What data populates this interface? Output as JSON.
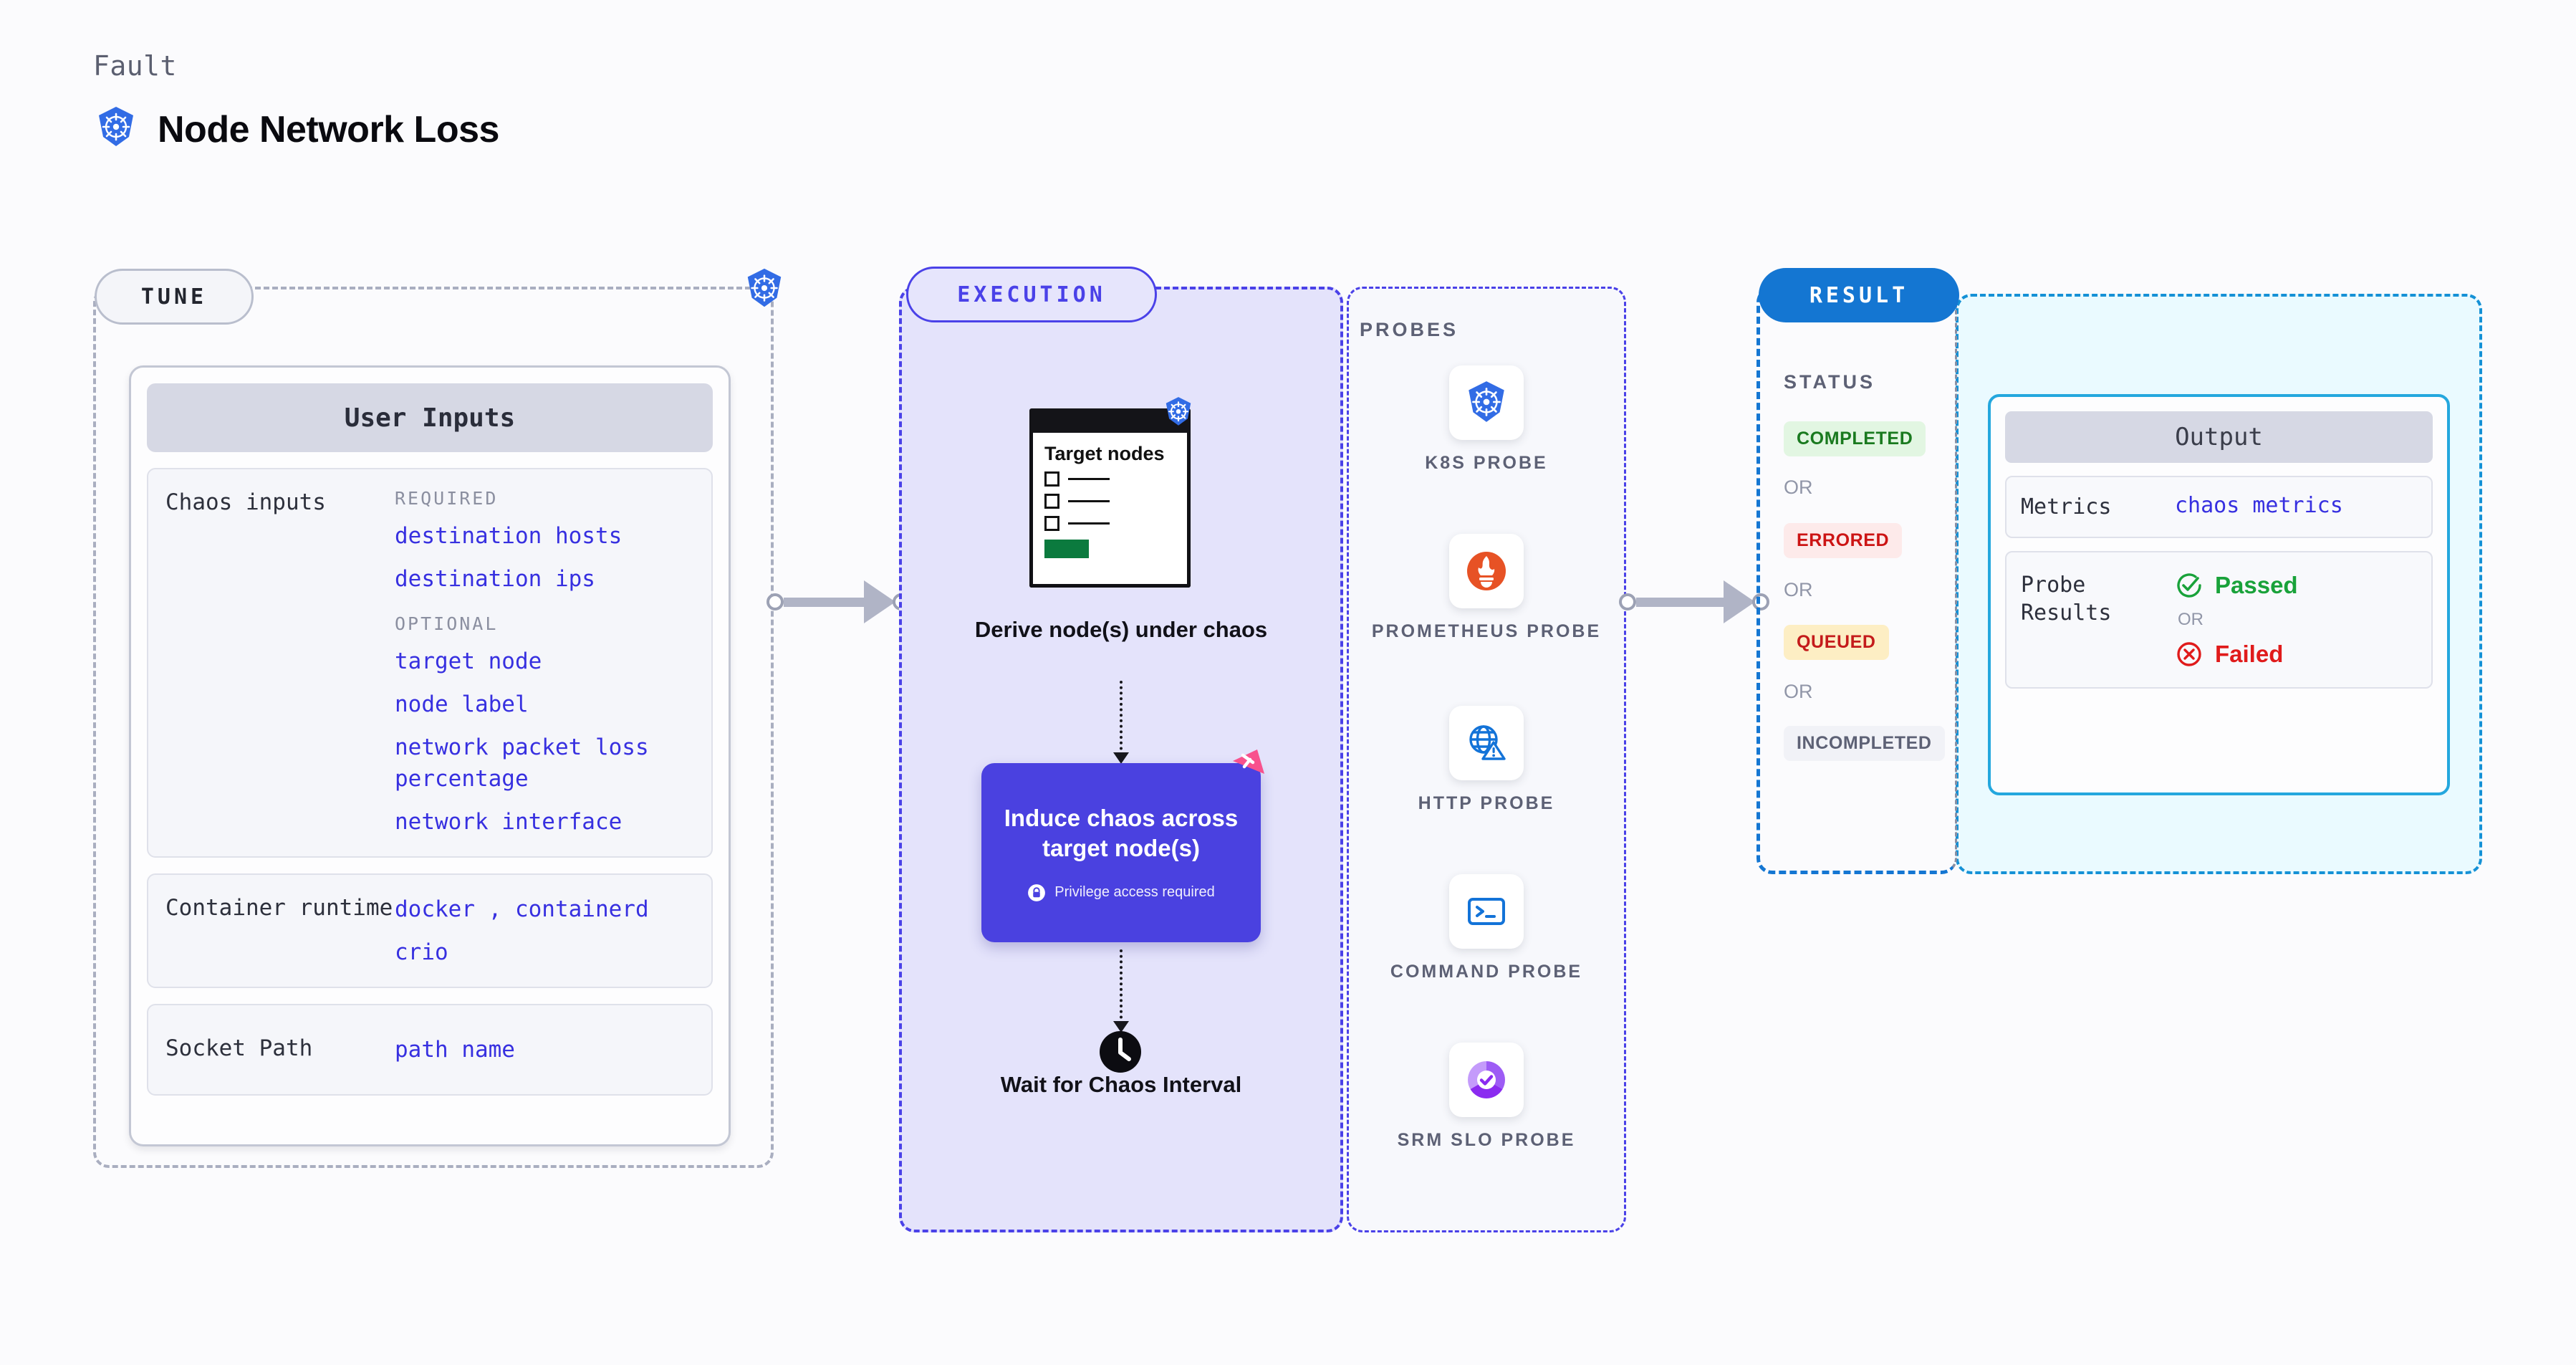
{
  "header": {
    "fault_label": "Fault",
    "title": "Node Network Loss",
    "icon": "kubernetes-icon"
  },
  "tune": {
    "badge": "TUNE",
    "border_icon": "kubernetes-icon",
    "card_title": "User Inputs",
    "rows": [
      {
        "label": "Chaos inputs",
        "groups": [
          {
            "tag": "REQUIRED",
            "values": [
              "destination hosts",
              "destination ips"
            ]
          },
          {
            "tag": "OPTIONAL",
            "values": [
              "target node",
              "node label",
              "network packet loss percentage",
              "network interface"
            ]
          }
        ]
      },
      {
        "label": "Container runtime",
        "values": [
          "docker , containerd",
          "crio"
        ]
      },
      {
        "label": "Socket Path",
        "values": [
          "path name"
        ]
      }
    ]
  },
  "execution": {
    "badge": "EXECUTION",
    "target_window": {
      "title": "Target nodes",
      "icon": "kubernetes-icon",
      "rows": 3,
      "button": "green-button"
    },
    "steps": [
      {
        "caption": "Derive node(s) under chaos"
      },
      {
        "caption": "Induce chaos across target node(s)",
        "note": "Privilege access required",
        "note_icon": "lock-icon",
        "corner_icon": "litmus-icon"
      },
      {
        "caption": "Wait for Chaos Interval",
        "icon": "clock-icon"
      }
    ]
  },
  "probes": {
    "label": "PROBES",
    "items": [
      {
        "name": "K8S PROBE",
        "icon": "kubernetes-icon"
      },
      {
        "name": "PROMETHEUS PROBE",
        "icon": "prometheus-icon"
      },
      {
        "name": "HTTP PROBE",
        "icon": "http-globe-icon"
      },
      {
        "name": "COMMAND PROBE",
        "icon": "terminal-icon"
      },
      {
        "name": "SRM SLO PROBE",
        "icon": "slo-donut-icon"
      }
    ]
  },
  "result": {
    "badge": "RESULT",
    "status_label": "STATUS",
    "or_text": "OR",
    "statuses": [
      {
        "text": "COMPLETED",
        "color": "#1a7a1f",
        "bg": "#e2f6e2"
      },
      {
        "text": "ERRORED",
        "color": "#cc1414",
        "bg": "#fdeaea"
      },
      {
        "text": "QUEUED",
        "color": "#c41b1b",
        "bg": "#fdeec4"
      },
      {
        "text": "INCOMPLETED",
        "color": "#5d6175",
        "bg": "#f1f2f7"
      }
    ],
    "output": {
      "title": "Output",
      "metrics_label": "Metrics",
      "metrics_value": "chaos metrics",
      "probe_label": "Probe Results",
      "passed": "Passed",
      "failed": "Failed",
      "or_text": "OR",
      "passed_color": "#19a23a",
      "failed_color": "#e01b1b"
    }
  },
  "colors": {
    "accent_purple": "#4a41e0",
    "accent_blue": "#1476d2",
    "k8s_blue": "#326ce5",
    "litmus_pink": "#f8518d"
  }
}
